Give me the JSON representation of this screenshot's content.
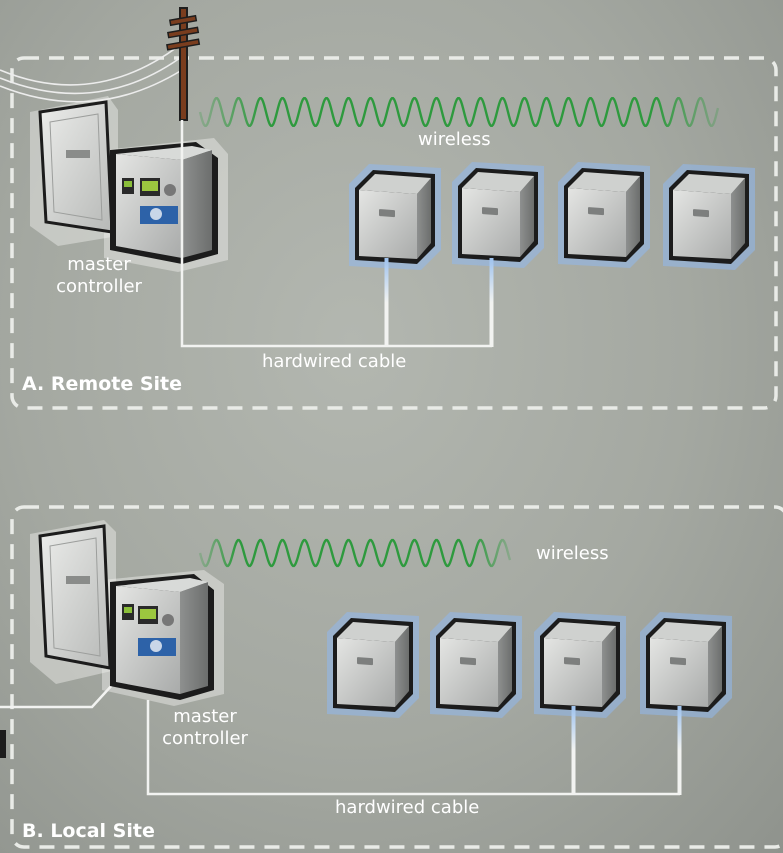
{
  "sites": [
    {
      "title": "A. Remote Site",
      "wireless_label": "wireless",
      "master_label": [
        "master",
        "controller"
      ],
      "cable_label": "hardwired cable"
    },
    {
      "title": "B. Local Site",
      "wireless_label": "wireless",
      "master_label": [
        "master",
        "controller"
      ],
      "cable_label": "hardwired cable"
    }
  ],
  "colors": {
    "background": "#a4a8a1",
    "dashed_border": "#e9ebe7",
    "wireless_wave": "#2e9a3e",
    "satellite_glow": "#86b4ec",
    "cable": "#f2f3f1",
    "pole": "#7a3d1e",
    "label_text": "#ffffff"
  },
  "icons": [
    "utility-pole-icon",
    "master-controller-icon",
    "satellite-controller-icon",
    "wireless-wave-icon"
  ]
}
